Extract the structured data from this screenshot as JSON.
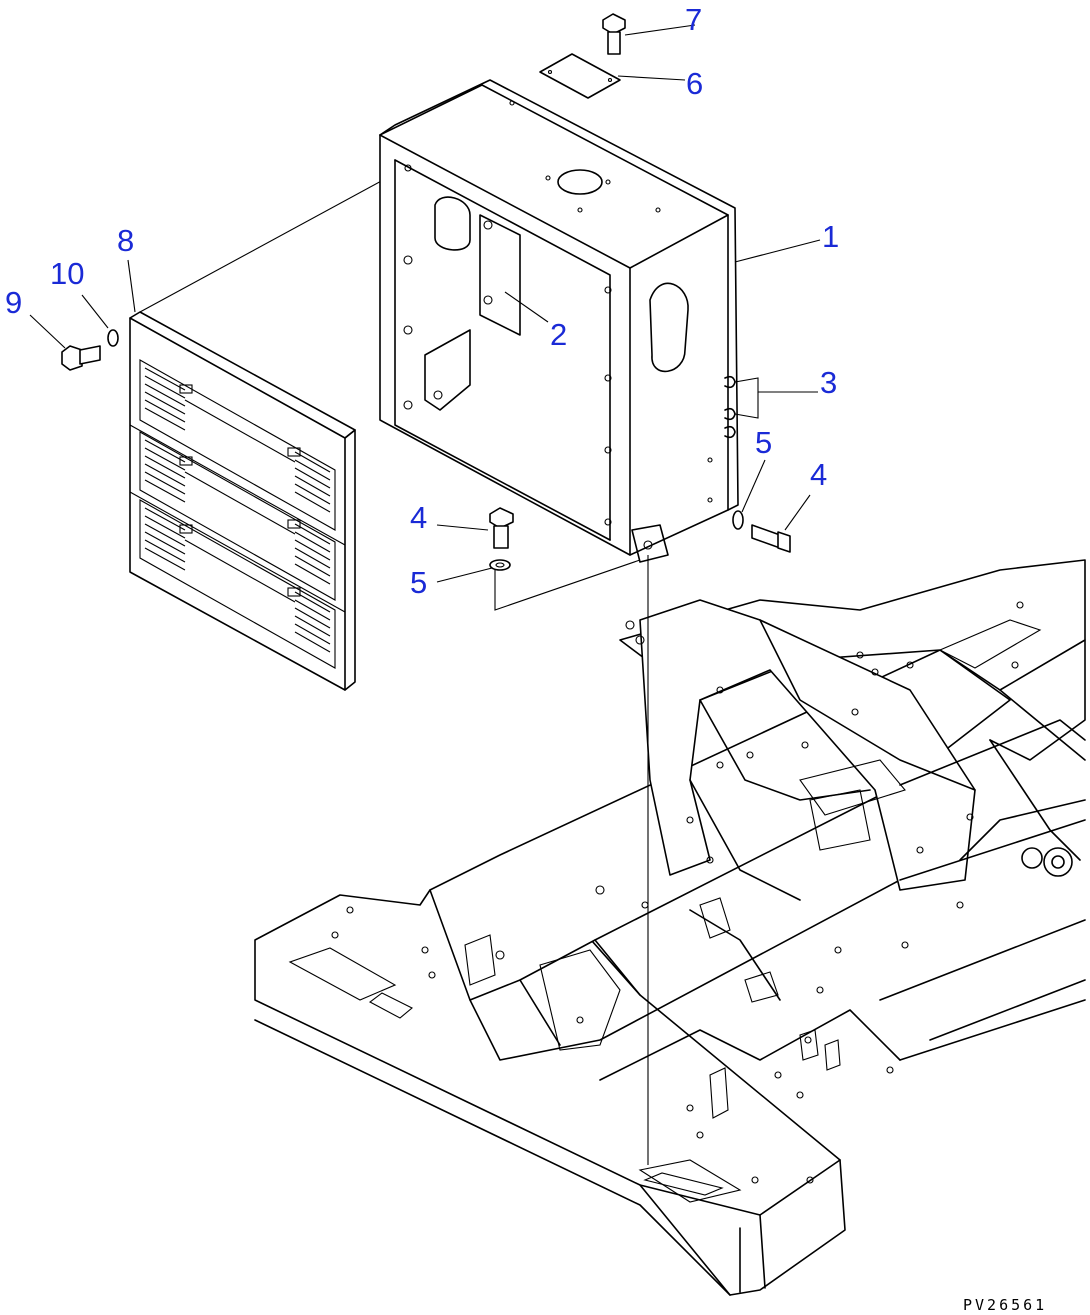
{
  "drawing_code": "PV26561",
  "colors": {
    "callout": "#1a2ad6",
    "line": "#000000",
    "background": "#ffffff"
  },
  "callouts": [
    {
      "id": "c1",
      "label": "1"
    },
    {
      "id": "c2",
      "label": "2"
    },
    {
      "id": "c3",
      "label": "3"
    },
    {
      "id": "c4a",
      "label": "4"
    },
    {
      "id": "c4b",
      "label": "4"
    },
    {
      "id": "c5a",
      "label": "5"
    },
    {
      "id": "c5b",
      "label": "5"
    },
    {
      "id": "c6",
      "label": "6"
    },
    {
      "id": "c7",
      "label": "7"
    },
    {
      "id": "c8",
      "label": "8"
    },
    {
      "id": "c9",
      "label": "9"
    },
    {
      "id": "c10",
      "label": "10"
    }
  ]
}
